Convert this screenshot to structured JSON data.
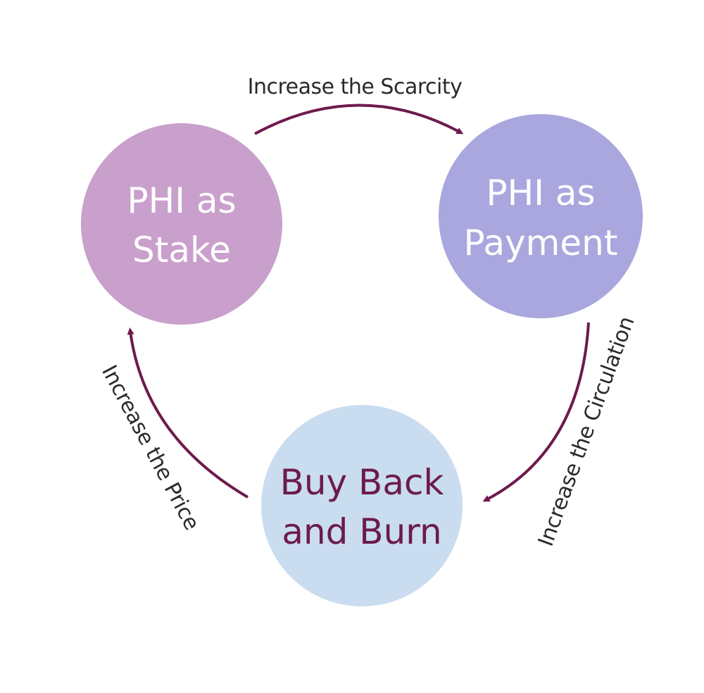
{
  "colors": {
    "stake_fill": "#c99fcb",
    "payment_fill": "#a9a7dd",
    "burn_fill": "#c9dcf0",
    "arrow": "#6d1a4c",
    "light_text": "#ffffff",
    "dark_text": "#6d1a4c"
  },
  "nodes": {
    "stake": {
      "line1": "PHI as",
      "line2": "Stake"
    },
    "payment": {
      "line1": "PHI as",
      "line2": "Payment"
    },
    "burn": {
      "line1": "Buy Back",
      "line2": "and Burn"
    }
  },
  "edges": {
    "stake_to_payment": {
      "label": "Increase the Scarcity"
    },
    "payment_to_burn": {
      "label": "Increase the Circulation"
    },
    "burn_to_stake": {
      "label": "Increase the Price"
    }
  }
}
